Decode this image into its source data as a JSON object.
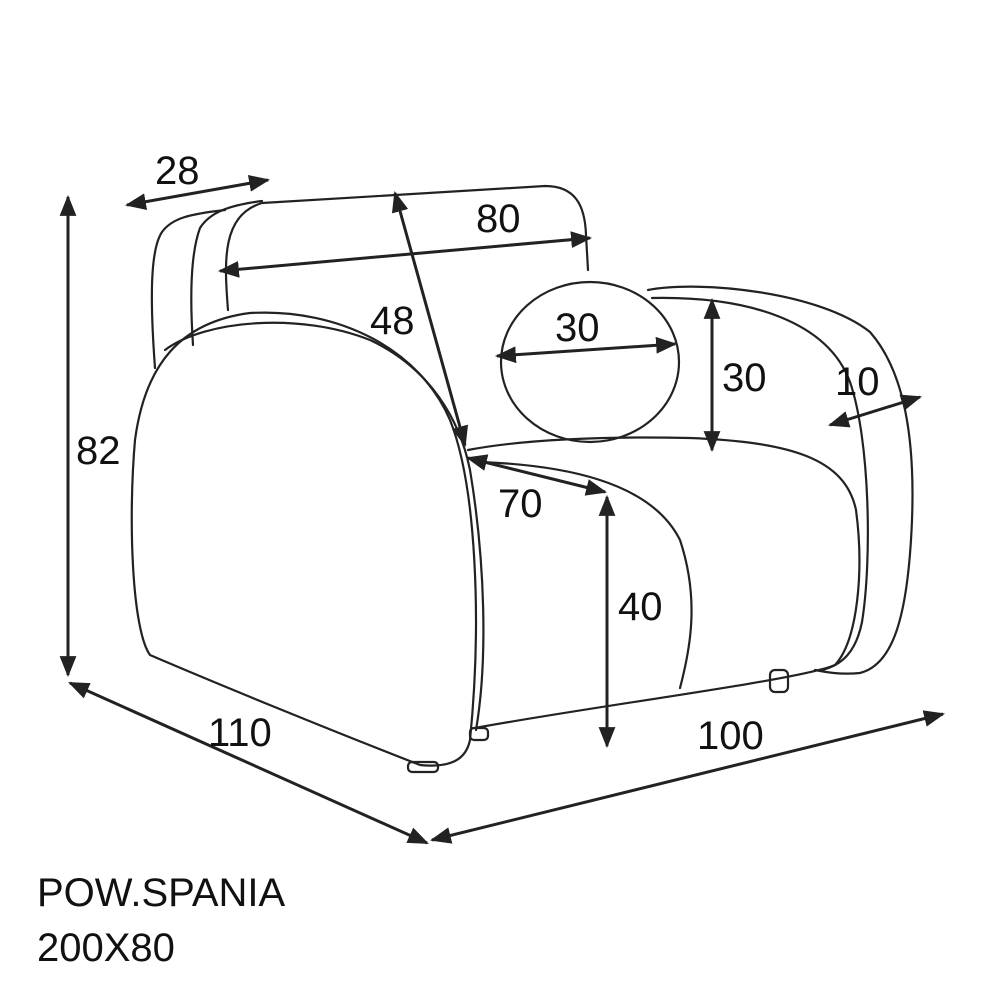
{
  "dimensions": {
    "arm_width": "28",
    "back_width": "80",
    "back_height": "48",
    "pillow_width": "30",
    "pillow_height": "30",
    "side_arm_thickness": "10",
    "total_height": "82",
    "seat_depth": "70",
    "seat_height": "40",
    "total_depth": "110",
    "total_width": "100"
  },
  "caption": {
    "model": "POW.SPANIA",
    "size": "200X80"
  }
}
